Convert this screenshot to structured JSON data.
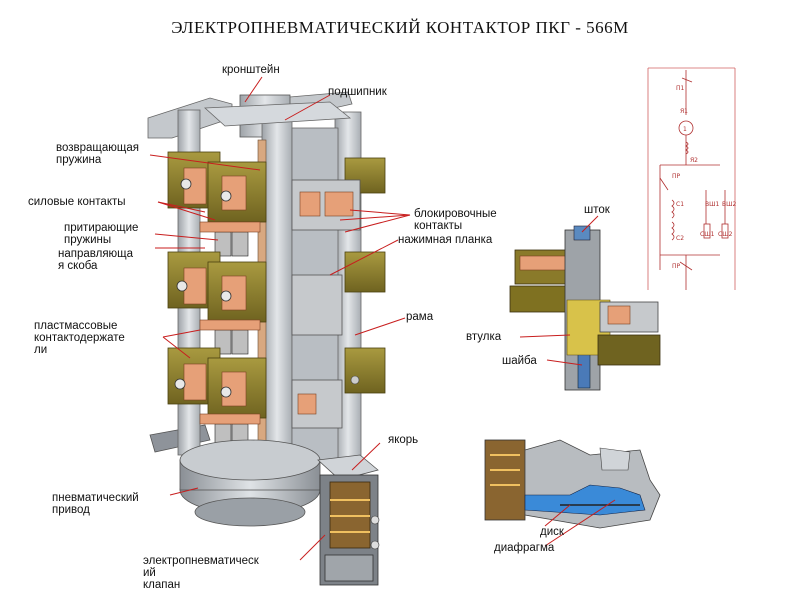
{
  "title": "ЭЛЕКТРОПНЕВМАТИЧЕСКИЙ КОНТАКТОР ПКГ - 566М",
  "labels": {
    "kronshtein": "кронштейн",
    "podshipnik": "подшипник",
    "vozvr": "возвращающая\nпружина",
    "silovye": "силовые контакты",
    "pritir": "притирающие\nпружины",
    "napravl": "направляюща\nя скоба",
    "plastmass": "пластмассовые\nконтактодержате\nли",
    "blokir": "блокировочные\nконтакты",
    "nazhim": "нажимная планка",
    "rama": "рама",
    "yakor": "якорь",
    "pnevm": "пневматический\nпривод",
    "elektro": "электропневматическ\nий\nклапан",
    "shtok": "шток",
    "vtulka": "втулка",
    "shaiba": "шайба",
    "disk": "диск",
    "diafragma": "диафрагма"
  },
  "schematic": {
    "p1": "П1",
    "ya1": "Я1",
    "ya2": "Я2",
    "motor": "1",
    "pr_top": "ПР",
    "c1": "С1",
    "c2": "С2",
    "vsh1": "ВШ1",
    "vsh2": "ВШ2",
    "csh1": "СШ1",
    "csh2": "СШ2",
    "pr_bottom": "ПР"
  },
  "colors": {
    "label_line": "#c81e1e",
    "frame": "#c9cdd2",
    "contact_holder": "#8a7a2a",
    "copper": "#e6a078",
    "spring": "#444444",
    "insulation": "#d8c24a",
    "air": "#3a8ad8"
  }
}
